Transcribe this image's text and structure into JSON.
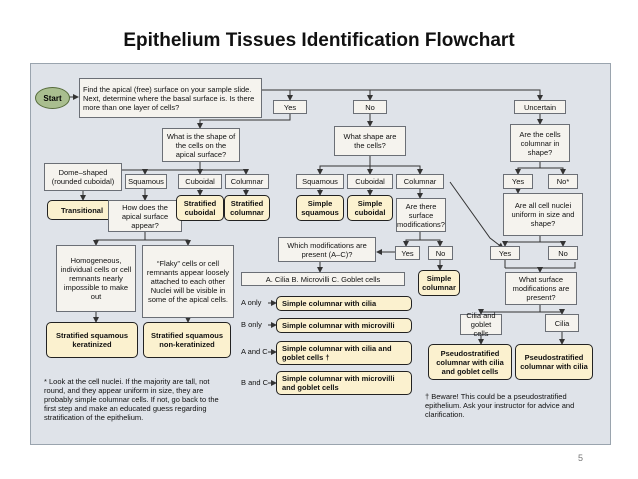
{
  "title": "Epithelium Tissues Identification Flowchart",
  "page_number": "5",
  "nodes": {
    "start": "Start",
    "apical": "Find the apical (free) surface on your sample slide. Next, determine where the basal surface is. Is there more than one layer of cells?",
    "yes": "Yes",
    "no": "No",
    "uncertain": "Uncertain",
    "shape_apical": "What is the shape of the cells on the apical surface?",
    "dome": "Dome–shaped (rounded cuboidal)",
    "squamous_a": "Squamous",
    "cuboidal_a": "Cuboidal",
    "columnar_a": "Columnar",
    "transitional": "Transitional",
    "apical_appear": "How does the apical surface appear?",
    "strat_cuboidal": "Stratified cuboidal",
    "strat_columnar": "Stratified columnar",
    "homogeneous": "Homogeneous, individual cells or cell remnants nearly impossible to make out",
    "flaky": "“Flaky” cells or cell remnants appear loosely attached to each other Nuclei will be visible in some of the apical cells.",
    "strat_sq_kera": "Stratified squamous keratinized",
    "strat_sq_nonkera": "Stratified squamous non-keratinized",
    "what_shape": "What shape are the cells?",
    "squamous_b": "Squamous",
    "cuboidal_b": "Cuboidal",
    "columnar_b": "Columnar",
    "simple_squamous": "Simple squamous",
    "simple_cuboidal": "Simple cuboidal",
    "surface_mods": "Are there surface modifications?",
    "which_mods": "Which modifications are present (A–C)?",
    "yes_mods": "Yes",
    "no_mods": "No",
    "mods_list": "A. Cilia   B. Microvilli   C. Goblet cells",
    "simple_columnar": "Simple columnar",
    "a_only": "A only",
    "b_only": "B only",
    "a_and_c": "A and C",
    "b_and_c": "B and C",
    "sc_cilia": "Simple columnar with cilia",
    "sc_microvilli": "Simple columnar with microvilli",
    "sc_cilia_goblet": "Simple columnar with cilia and goblet cells †",
    "sc_micro_goblet": "Simple columnar with microvilli and goblet cells",
    "columnar_q": "Are the cells columnar in shape?",
    "yes_col": "Yes",
    "no_col": "No*",
    "nuclei_q": "Are all cell nuclei uniform in size and shape?",
    "yes_nuc": "Yes",
    "no_nuc": "No",
    "what_surface": "What surface modifications are present?",
    "cilia_goblet": "Cilia and goblet cells",
    "cilia": "Cilia",
    "pseudo_cilia_goblet": "Pseudostratified columnar with cilia and goblet cells",
    "pseudo_cilia": "Pseudostratified columnar with cilia"
  },
  "notes": {
    "footnote_star": "* Look at the cell nuclei. If the majority are tall, not round, and they appear uniform in size, they are probably simple columnar cells. If not, go back to the first step and make an educated guess regarding stratification of the epithelium.",
    "footnote_dagger": "† Beware! This could be a pseudostratified epithelium. Ask your instructor for advice and clarification."
  }
}
